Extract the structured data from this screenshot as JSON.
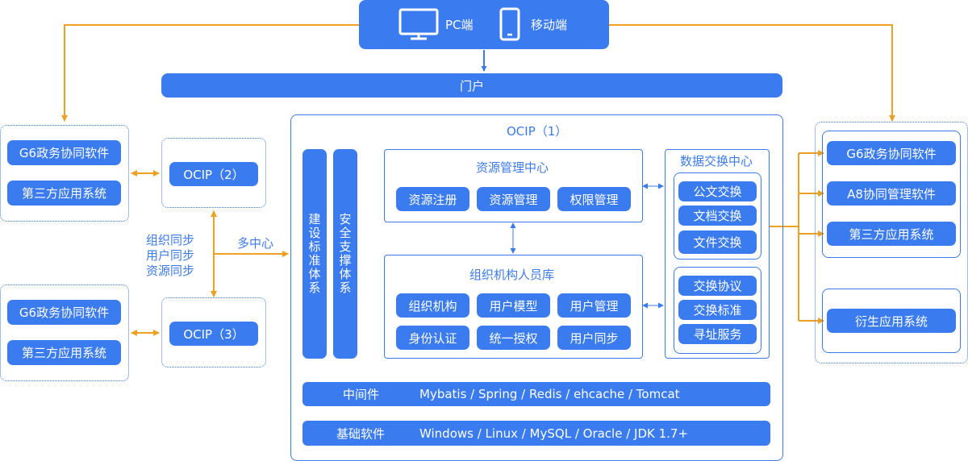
{
  "top": {
    "pc_label": "PC端",
    "mobile_label": "移动端"
  },
  "portal": "门户",
  "left_top": {
    "items": [
      "G6政务协同软件",
      "第三方应用系统"
    ],
    "node": "OCIP（2）"
  },
  "left_bottom": {
    "items": [
      "G6政务协同软件",
      "第三方应用系统"
    ],
    "node": "OCIP（3）"
  },
  "sync": {
    "lines": [
      "组织同步",
      "用户同步",
      "资源同步"
    ],
    "multi_center": "多中心"
  },
  "main": {
    "title": "OCIP（1）",
    "vert1": "建设标准体系",
    "vert2": "安全支撑体系",
    "resource_center": {
      "title": "资源管理中心",
      "items": [
        "资源注册",
        "资源管理",
        "权限管理"
      ]
    },
    "org_db": {
      "title": "组织机构人员库",
      "items": [
        "组织机构",
        "用户模型",
        "用户管理",
        "身份认证",
        "统一授权",
        "用户同步"
      ]
    },
    "exchange": {
      "title": "数据交换中心",
      "group1": [
        "公文交换",
        "文档交换",
        "文件交换"
      ],
      "group2": [
        "交换协议",
        "交换标准",
        "寻址服务"
      ]
    },
    "middleware": {
      "label": "中间件",
      "value": "Mybatis / Spring / Redis / ehcache / Tomcat"
    },
    "base": {
      "label": "基础软件",
      "value": "Windows / Linux / MySQL / Oracle / JDK 1.7+"
    }
  },
  "right": {
    "items": [
      "G6政务协同软件",
      "A8协同管理软件",
      "第三方应用系统"
    ],
    "derived": "衍生应用系统"
  },
  "colors": {
    "accent": "#3a7bf0",
    "connector": "#f0a020"
  }
}
